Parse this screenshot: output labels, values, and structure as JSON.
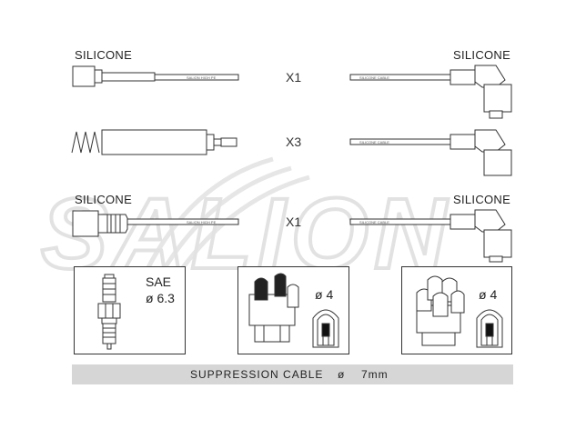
{
  "rows": [
    {
      "left_label": "SILICONE",
      "qty": "X1",
      "right_label": "SILICONE",
      "cable_text": "SALION HIGH PE",
      "cable_text_right": "SILICONE CABLE"
    },
    {
      "left_label": "",
      "qty": "X3",
      "right_label": "",
      "cable_text": "",
      "cable_text_right": "SILICONE CABLE"
    },
    {
      "left_label": "SILICONE",
      "qty": "X1",
      "right_label": "SILICONE",
      "cable_text": "SALION HIGH PE",
      "cable_text_right": "SILICONE CABLE"
    }
  ],
  "watermark": "SALION",
  "boxes": [
    {
      "title": "SAE",
      "size": "ø 6.3",
      "icon": "spark-plug-icon"
    },
    {
      "title": "",
      "size": "ø 4",
      "icon": "distributor-cap-small-icon"
    },
    {
      "title": "",
      "size": "ø 4",
      "icon": "distributor-cap-large-icon"
    }
  ],
  "footer": {
    "label": "SUPPRESSION CABLE",
    "diameter_symbol": "ø",
    "value": "7mm"
  },
  "colors": {
    "line": "#333333",
    "watermark": "#e4e4e4",
    "footer_bg": "#d6d6d6"
  }
}
